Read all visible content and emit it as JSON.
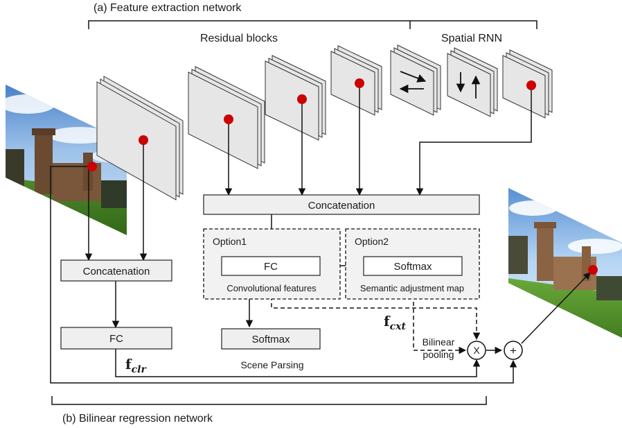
{
  "labels": {
    "feature_extraction": "(a) Feature extraction network",
    "residual_blocks": "Residual blocks",
    "spatial_rnn": "Spatial RNN",
    "bilinear_regression": "(b) Bilinear regression network",
    "concat_top": "Concatenation",
    "concat_left": "Concatenation",
    "fc_left": "FC",
    "fc_mid": "FC",
    "softmax_mid": "Softmax",
    "softmax_right": "Softmax",
    "option1": "Option1",
    "option2": "Option2",
    "conv_features": "Convolutional features",
    "semantic_map": "Semantic adjustment map",
    "scene_parsing": "Scene Parsing",
    "bilinear": "Bilinear",
    "pooling": "pooling",
    "f_clr_main": "f",
    "f_clr_sub": "clr",
    "f_cxt_main": "f",
    "f_cxt_sub": "cxt",
    "times_symbol": "X",
    "plus_symbol": "+"
  },
  "colors": {
    "box_fill": "#efefef",
    "box_stroke": "#222222",
    "dot": "#cc0000",
    "option_fill": "#f2f2f2"
  }
}
